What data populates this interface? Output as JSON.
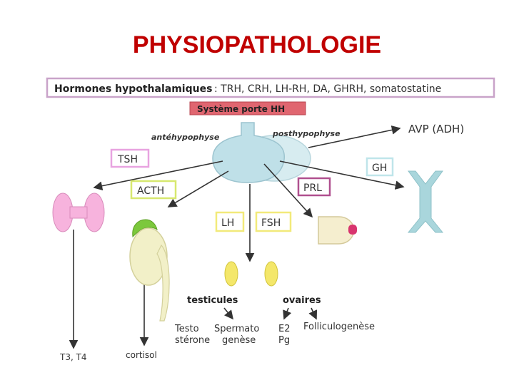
{
  "title": "PHYSIOPATHOLOGIE",
  "hypothalamic_label": "Hormones hypothalamiques",
  "hypothalamic_list": ": TRH, CRH, LH-RH, DA, GHRH, somatostatine",
  "portal_system": "Système porte HH",
  "anterior_pituitary": "antéhypophyse",
  "posterior_pituitary": "posthypophyse",
  "hormones": {
    "avp": "AVP (ADH)",
    "tsh": "TSH",
    "gh": "GH",
    "acth": "ACTH",
    "prl": "PRL",
    "lh": "LH",
    "fsh": "FSH"
  },
  "testes": {
    "label": "testicules",
    "testo_1": "Testo",
    "testo_2": "stérone",
    "sperm_1": "Spermato",
    "sperm_2": "genèse"
  },
  "ovaries": {
    "label": "ovaires",
    "e2": "E2",
    "pg": "Pg",
    "follicle": "Folliculogenèse"
  },
  "outputs": {
    "t3t4": "T3, T4",
    "cortisol": "cortisol"
  },
  "colors": {
    "title": "#c00000",
    "hypothalamic_box_border": "#c9a3c9",
    "portal_box_fill": "#e06670",
    "pituitary": "#c7e3ea",
    "thyroid": "#f7b3dd",
    "adrenal_cap": "#7cc83c",
    "adrenal_body": "#f2f0c8",
    "gonad": "#f4e76a",
    "breast": "#f5eecf",
    "nipple": "#d8356e",
    "bone": "#a9d6dc",
    "tsh_box": "#e8a3e0",
    "acth_box": "#d7e86f",
    "lh_fsh_box": "#f2ea7a",
    "prl_box": "#b0508f",
    "gh_box": "#bfe5ea"
  }
}
